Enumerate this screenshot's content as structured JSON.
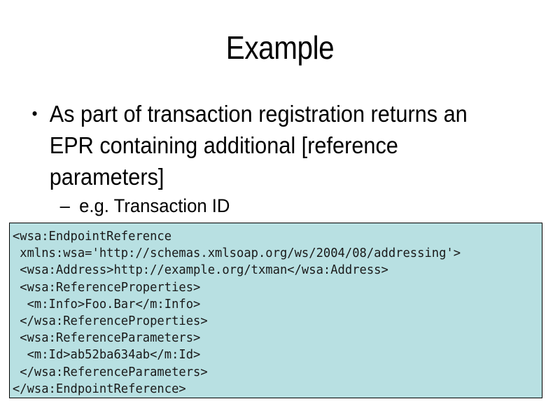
{
  "slide": {
    "background_color": "#ffffff",
    "title": "Example"
  },
  "body": {
    "bullets": [
      {
        "level": 1,
        "marker": "•",
        "marker_name": "bullet-dot",
        "text": "As part of transaction registration returns an EPR containing additional [reference parameters]"
      },
      {
        "level": 2,
        "marker": "–",
        "marker_name": "bullet-dash",
        "text": "e.g. Transaction ID"
      }
    ]
  },
  "code_block": {
    "background_color": "#b8e0e2",
    "border_color": "#000000",
    "text_color": "#1a1a1a",
    "language": "xml",
    "lines": [
      "<wsa:EndpointReference",
      " xmlns:wsa='http://schemas.xmlsoap.org/ws/2004/08/addressing'>",
      " <wsa:Address>http://example.org/txman</wsa:Address>",
      " <wsa:ReferenceProperties>",
      "  <m:Info>Foo.Bar</m:Info>",
      " </wsa:ReferenceProperties>",
      " <wsa:ReferenceParameters>",
      "  <m:Id>ab52ba634ab</m:Id>",
      " </wsa:ReferenceParameters>",
      "</wsa:EndpointReference>"
    ]
  }
}
